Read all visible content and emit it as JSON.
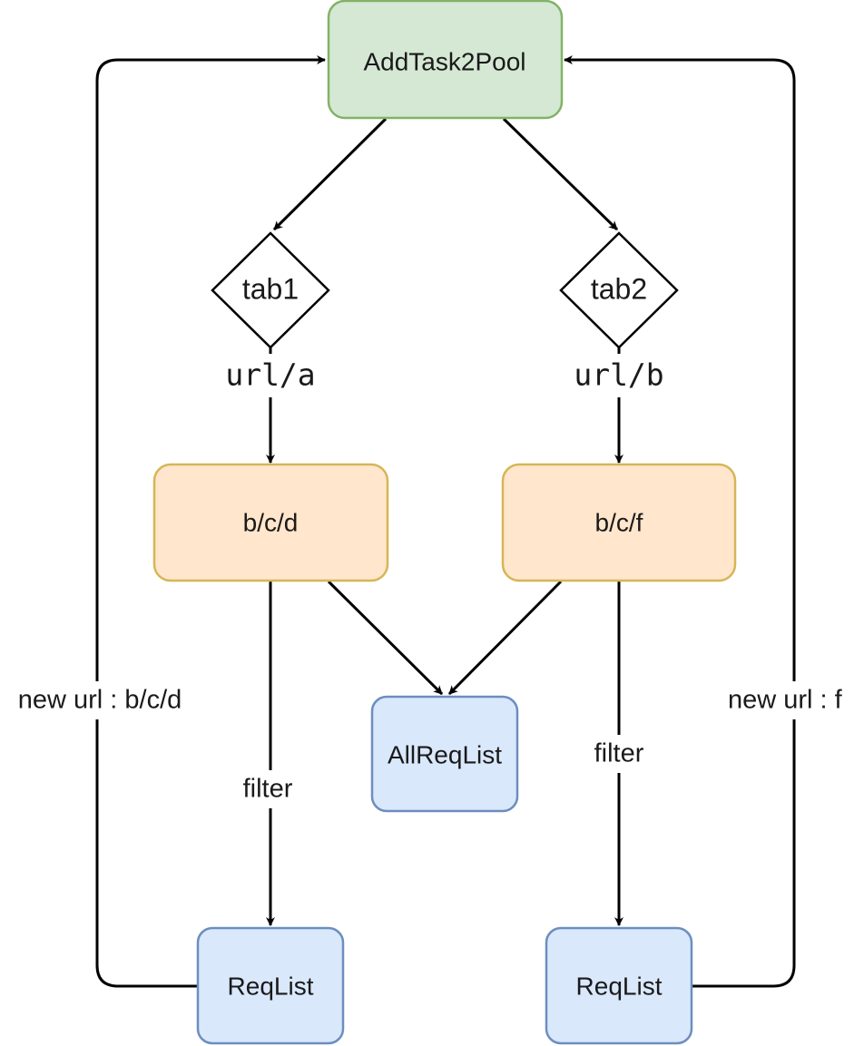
{
  "nodes": {
    "add_task": "AddTask2Pool",
    "tab1": "tab1",
    "tab2": "tab2",
    "path_left": "b/c/d",
    "path_right": "b/c/f",
    "all_req_list": "AllReqList",
    "req_list_left": "ReqList",
    "req_list_right": "ReqList"
  },
  "edge_labels": {
    "url_a": "url/a",
    "url_b": "url/b",
    "filter_left": "filter",
    "filter_right": "filter",
    "new_url_left": "new url : b/c/d",
    "new_url_right": "new url : f"
  },
  "colors": {
    "green_fill": "#d5e8d4",
    "green_stroke": "#82b366",
    "orange_fill": "#ffe6cc",
    "orange_stroke": "#d6b656",
    "blue_fill": "#dae8fc",
    "blue_stroke": "#6c8ebf"
  }
}
